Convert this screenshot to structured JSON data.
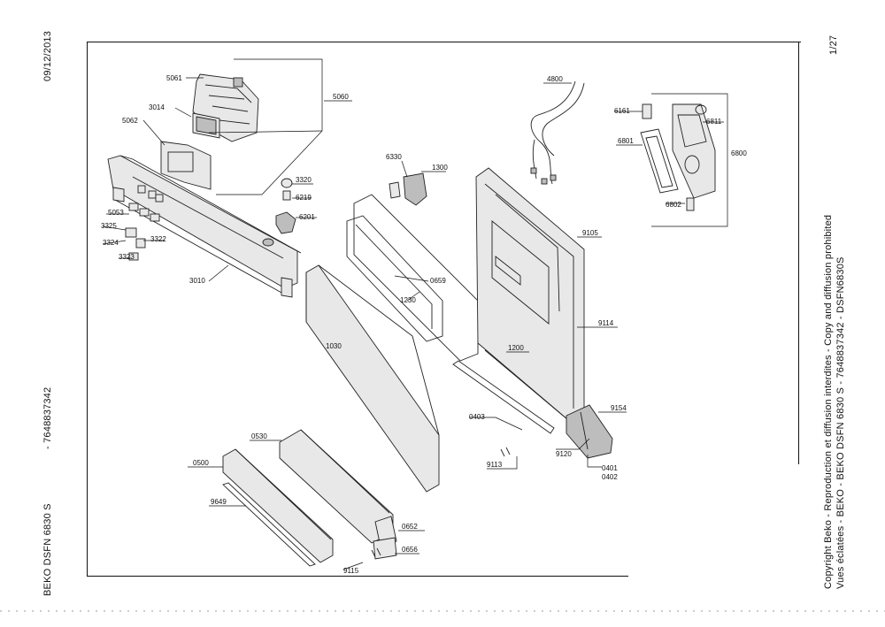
{
  "margin_left": {
    "date": "09/12/2013",
    "code": "- 7648837342",
    "model": "BEKO DSFN 6830 S"
  },
  "margin_right": {
    "page": "1/27",
    "copyright_line1": "Copyright Beko - Reproduction et diffusion interdites - Copy and diffusion prohibited",
    "copyright_line2": "Vues éclatées - BEKO - BEKO DSFN 6830 S     - 7648837342     - DSFN6830S"
  },
  "parts": {
    "p5061": "5061",
    "p5060": "5060",
    "p3014": "3014",
    "p5062": "5062",
    "p3320": "3320",
    "p6219": "6219",
    "p6201": "6201",
    "p5053": "5053",
    "p3325": "3325",
    "p3324": "3324",
    "p3322": "3322",
    "p3323": "3323",
    "p3010": "3010",
    "p6330": "6330",
    "p1300": "1300",
    "p0659": "0659",
    "p1230": "1230",
    "p1030": "1030",
    "p4800": "4800",
    "p6161": "6161",
    "p6811": "6811",
    "p6801": "6801",
    "p6800": "6800",
    "p6802": "6802",
    "p9105": "9105",
    "p9114": "9114",
    "p1200": "1200",
    "p0403": "0403",
    "p9154": "9154",
    "p9120": "9120",
    "p9113": "9113",
    "p0401": "0401",
    "p0402": "0402",
    "p0530": "0530",
    "p0500": "0500",
    "p9649": "9649",
    "p0652": "0652",
    "p0656": "0656",
    "p9115": "9115"
  }
}
